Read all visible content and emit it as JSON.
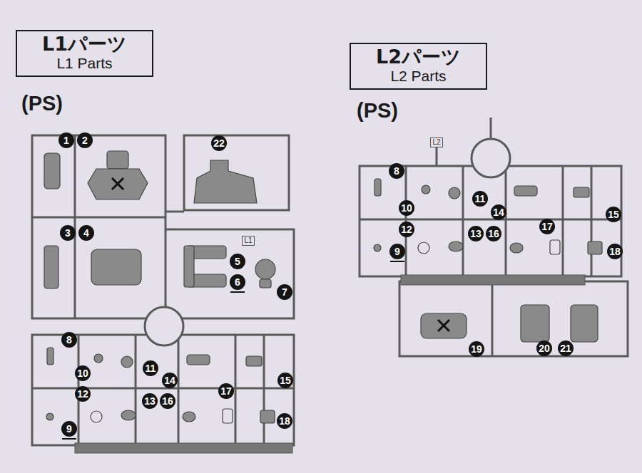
{
  "diagram": {
    "nodes": [
      {
        "text": [
          "L1パーツ",
          "L1 Parts"
        ]
      },
      {
        "text": [
          "L2パーツ",
          "L2 Parts"
        ]
      }
    ],
    "edges": [],
    "labels": [
      "(PS)",
      "1",
      "2",
      "22",
      "3",
      "4",
      "L1",
      "5",
      "6",
      "7",
      "8",
      "11",
      "14",
      "10",
      "15",
      "12",
      "13",
      "16",
      "17",
      "9",
      "18",
      "(PS)",
      "L2",
      "8",
      "11",
      "10",
      "14",
      "15",
      "12",
      "17",
      "13",
      "16",
      "9",
      "18",
      "19",
      "20",
      "21"
    ]
  }
}
